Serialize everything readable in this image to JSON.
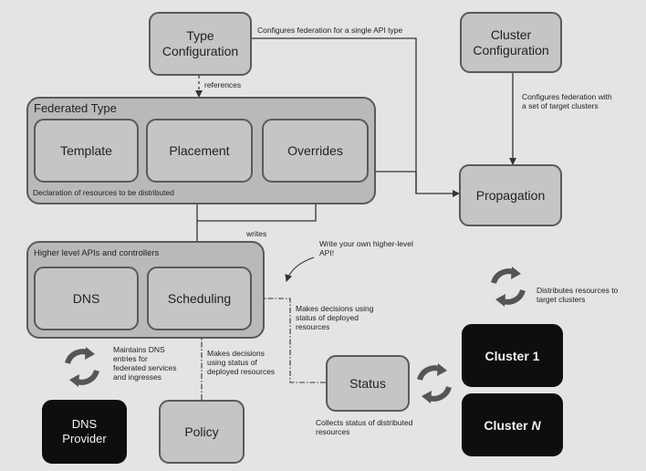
{
  "nodes": {
    "type_config": "Type\nConfiguration",
    "cluster_config": "Cluster\nConfiguration",
    "federated_type": "Federated Type",
    "template": "Template",
    "placement": "Placement",
    "overrides": "Overrides",
    "propagation": "Propagation",
    "higher_level": "Higher level APIs and controllers",
    "dns": "DNS",
    "scheduling": "Scheduling",
    "cluster1": "Cluster 1",
    "cluster_n_prefix": "Cluster ",
    "cluster_n_suffix": "N",
    "status": "Status",
    "policy": "Policy",
    "dns_provider": "DNS\nProvider"
  },
  "labels": {
    "type_config_note": "Configures federation for a single API type",
    "references": "references",
    "cluster_config_note": "Configures federation with\na set of target clusters",
    "declaration": "Declaration of resources to be distributed",
    "writes": "writes",
    "write_own": "Write your own higher-level\nAPI!",
    "distributes": "Distributes resources to\ntarget clusters",
    "makes_decisions_status": "Makes decisions using\nstatus of deployed\nresources",
    "maintains_dns": "Maintains DNS\nentries for\nfederated services\nand ingresses",
    "makes_decisions_policy": "Makes decisions\nusing status of\ndeployed resources",
    "collects_status": "Collects status of distributed\nresources"
  },
  "colors": {
    "background": "#e4e4e4",
    "box_fill": "#c5c5c5",
    "container_fill": "#b9b9b9",
    "cluster_fill": "#0e0e0e",
    "line": "#333333"
  },
  "icons": [
    "cycle-arrows-icon"
  ]
}
